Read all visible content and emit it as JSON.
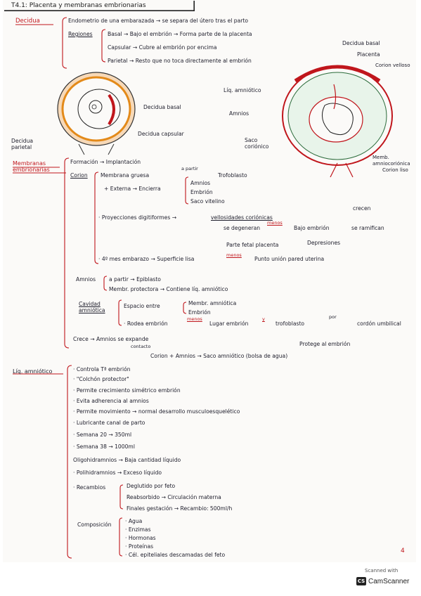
{
  "title": "T4.1: Placenta y membranas embrionarias",
  "decidua": {
    "label": "Decidua",
    "endometrio": "Endometrio de una embarazada → se separa del útero tras el parto",
    "regiones_label": "Regiones",
    "basal": "Basal → Bajo el embrión → Forma parte de la placenta",
    "capsular": "Capsular → Cubre al embrión por encima",
    "parietal": "Parietal → Resto que no toca directamente al embrión"
  },
  "diagram_left": {
    "decidua_basal": "Decidua basal",
    "decidua_capsular": "Decidua capsular",
    "decidua_parietal": "Decidua parietal"
  },
  "diagram_right": {
    "decidua_basal": "Decidua basal",
    "placenta": "Placenta",
    "corion_velloso": "Corion velloso",
    "liq_amniotico": "Líq. amniótico",
    "amnios": "Amnios",
    "saco_corionico": "Saco coriónico",
    "membrana": "Memb. amniocoriónica",
    "corion_liso": "Corion liso"
  },
  "membranas": {
    "label": "Membranas embrionarias",
    "formacion": "Formación → Implantación",
    "corion_label": "Corion",
    "membrana_gruesa": "Membrana gruesa",
    "a_partir": "a partir",
    "trofoblasto": "Trofoblasto",
    "externa": "+ Externa → Encierra",
    "amnios": "Amnios",
    "embrion": "Embrión",
    "saco": "Saco vitelino",
    "proyecciones": "· Proyecciones digitiformes →",
    "vellosidades": "vellosidades coriónicas",
    "crecen": "crecen",
    "degeneran": "se degeneran",
    "menos": "menos",
    "bajo_embrion": "Bajo embrión",
    "ramifican": "se ramifican",
    "parte_fetal": "Parte fetal placenta",
    "depresiones": "Depresiones",
    "mes": "· 4º mes embarazo → Superficie lisa",
    "menos2": "menos",
    "punto": "Punto unión pared uterina"
  },
  "amnios": {
    "label": "Amnios",
    "epiblasto": "a partir → Epiblasto",
    "memb": "Membr. protectora → Contiene líq. amniótico",
    "cavidad_label": "Cavidad amniótica",
    "espacio": "Espacio entre",
    "memb_amniotica": "Membr. amniótica",
    "embrion": "Embrión",
    "rodea": "· Rodea embrión",
    "menos": "menos",
    "lugar": "Lugar embrión",
    "y": "y",
    "trofoblasto": "trofoblasto",
    "por": "por",
    "cordon": "cordón umbilical",
    "crece": "Crece → Amnios se expande",
    "contacto": "contacto",
    "protege": "Protege al embrión",
    "corion_amnios": "Corion + Amnios → Saco amniótico (bolsa de agua)"
  },
  "liquido": {
    "label": "Líq. amniótico",
    "items": [
      "· Controla Tª embrión",
      "· \"Colchón protector\"",
      "· Permite crecimiento simétrico embrión",
      "· Evita adherencia al amnios",
      "· Permite movimiento → normal desarrollo musculoesquelético",
      "· Lubricante canal de parto",
      "· Semana 20 → 350ml",
      "· Semana 38 → 1000ml"
    ],
    "oligo": "Oligohidramnios → Baja cantidad líquido",
    "poli": "· Polihidramnios → Exceso líquido",
    "recambios_label": "· Recambios",
    "deglutido": "Deglutido por feto",
    "reabsorbido": "Reabsorbido → Circulación materna",
    "finales": "Finales gestación → Recambio: 500ml/h",
    "composicion_label": "Composición",
    "comp": [
      "· Agua",
      "· Enzimas",
      "· Hormonas",
      "· Proteínas",
      "· Cél. epiteliales descamadas del feto"
    ]
  },
  "page_number": "4",
  "footer": {
    "scanned": "Scanned with",
    "logo": "CS",
    "app": "CamScanner"
  }
}
